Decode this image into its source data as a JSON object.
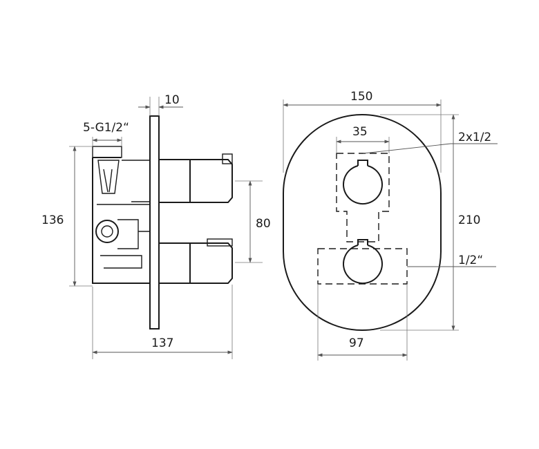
{
  "side_view": {
    "plate_thickness": "10",
    "thread": "5-G1/2“",
    "height": "136",
    "outlet_spacing": "80",
    "depth": "137"
  },
  "front_view": {
    "width": "150",
    "knob_width": "35",
    "connection_top": "2x1/2",
    "height": "210",
    "connection_bottom": "1/2“",
    "lower_width": "97"
  }
}
